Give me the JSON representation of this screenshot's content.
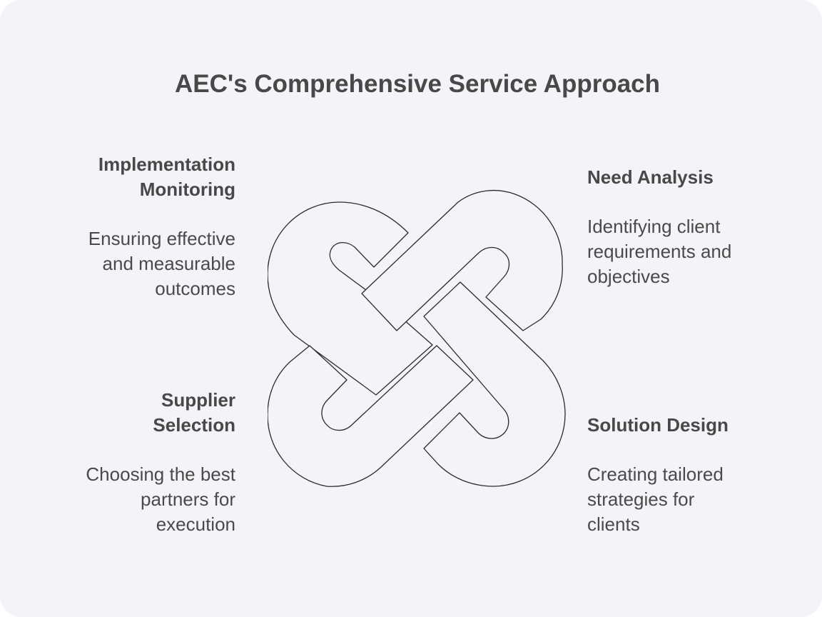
{
  "title": "AEC's Comprehensive Service Approach",
  "steps": {
    "implementation": {
      "heading_line1": "Implementation",
      "heading_line2": "Monitoring",
      "desc_line1": "Ensuring effective",
      "desc_line2": "and measurable",
      "desc_line3": "outcomes"
    },
    "need": {
      "heading_line1": "Need Analysis",
      "desc_line1": "Identifying client",
      "desc_line2": "requirements and",
      "desc_line3": "objectives"
    },
    "supplier": {
      "heading_line1": "Supplier",
      "heading_line2": "Selection",
      "desc_line1": "Choosing the best",
      "desc_line2": "partners for",
      "desc_line3": "execution"
    },
    "solution": {
      "heading_line1": "Solution Design",
      "desc_line1": "Creating tailored",
      "desc_line2": "strategies for",
      "desc_line3": "clients"
    }
  },
  "colors": {
    "background": "#f4f3f8",
    "text": "#484848",
    "outline": "#2b2b2b"
  },
  "icons": {
    "center": "interlocking-knot-icon"
  }
}
